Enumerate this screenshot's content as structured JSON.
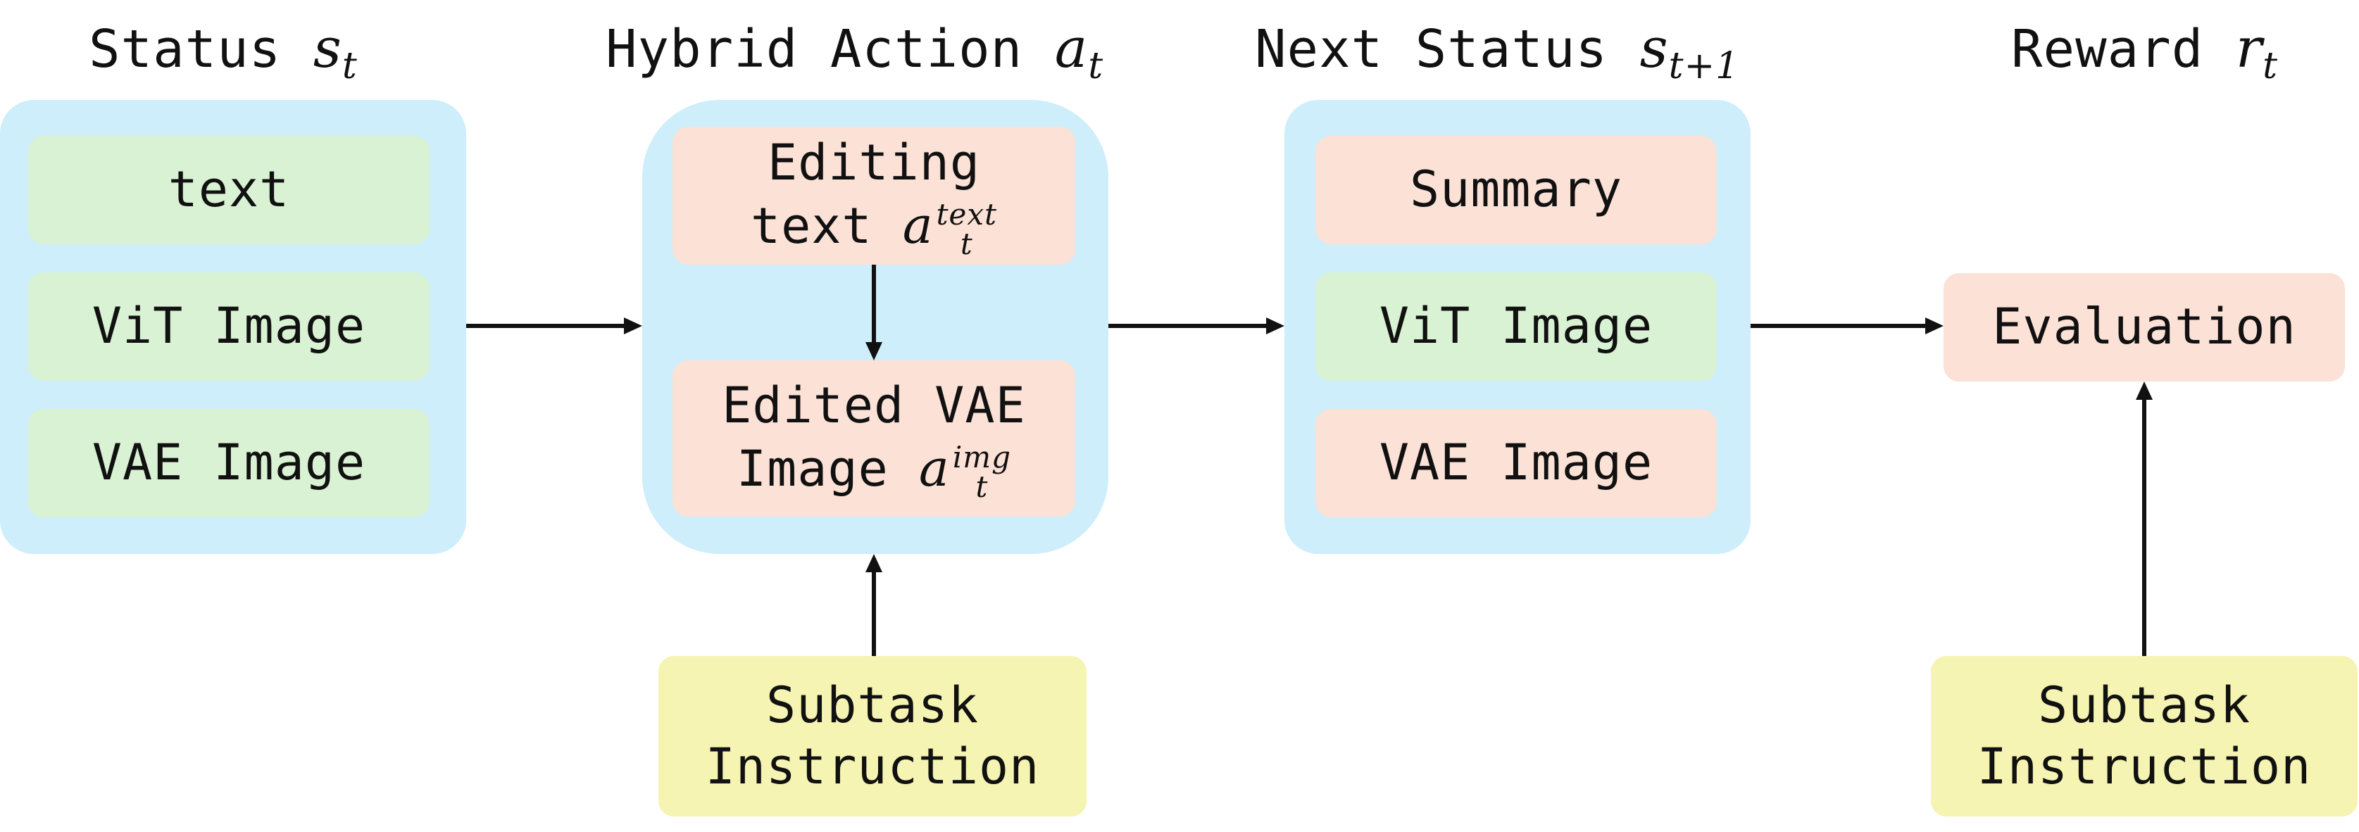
{
  "headings": {
    "status": {
      "label": "Status",
      "symbol": "s",
      "subscript": "t"
    },
    "hybrid_action": {
      "label": "Hybrid Action",
      "symbol": "a",
      "subscript": "t"
    },
    "next_status": {
      "label": "Next Status",
      "symbol": "s",
      "subscript": "t+1"
    },
    "reward": {
      "label": "Reward",
      "symbol": "r",
      "subscript": "t"
    }
  },
  "status_items": [
    "text",
    "ViT Image",
    "VAE Image"
  ],
  "action_items": {
    "editing_text": {
      "line1": "Editing",
      "line2": "text",
      "symbol": "a",
      "sup": "text",
      "sub": "t"
    },
    "edited_vae": {
      "line1": "Edited VAE",
      "line2": "Image",
      "symbol": "a",
      "sup": "img",
      "sub": "t"
    }
  },
  "next_status_items": [
    "Summary",
    "ViT Image",
    "VAE Image"
  ],
  "evaluation": "Evaluation",
  "subtask_instruction_action": {
    "line1": "Subtask",
    "line2": "Instruction"
  },
  "subtask_instruction_reward": {
    "line1": "Subtask",
    "line2": "Instruction"
  },
  "colors": {
    "group_bg": "#cdeefa",
    "green": "#d9f2d3",
    "salmon": "#fce1d6",
    "yellow": "#f5f4b2",
    "arrow": "#111111"
  }
}
